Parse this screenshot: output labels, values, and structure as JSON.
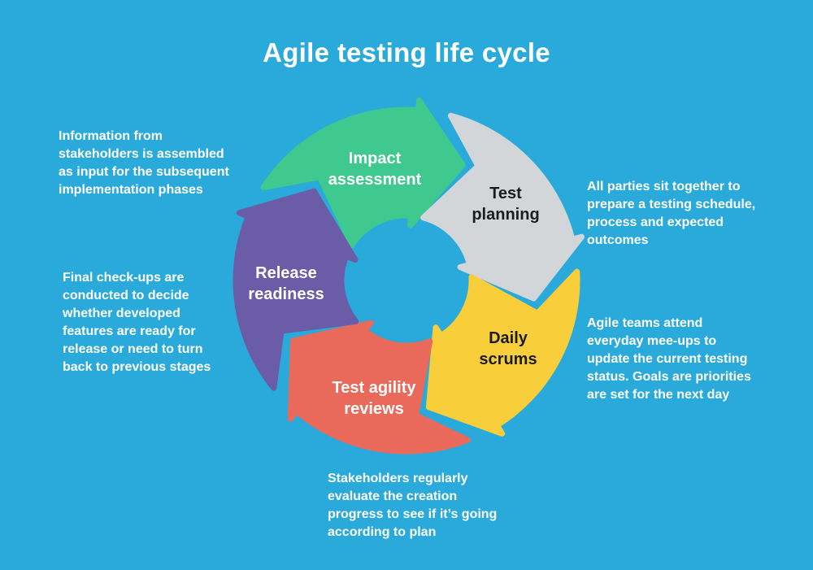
{
  "title": "Agile testing life cycle",
  "colors": {
    "background": "#29aadb",
    "title_text": "#ffffff",
    "annotation_text": "#ffffff"
  },
  "cycle": {
    "flow": "clockwise",
    "segments": [
      {
        "id": "impact-assessment",
        "label_lines": [
          "Impact",
          "assessment"
        ],
        "color": "#3fc98e",
        "text_color": "#ffffff"
      },
      {
        "id": "test-planning",
        "label_lines": [
          "Test",
          "planning"
        ],
        "color": "#d3d6d9",
        "text_color": "#1b1b1b"
      },
      {
        "id": "daily-scrums",
        "label_lines": [
          "Daily",
          "scrums"
        ],
        "color": "#f8ce3a",
        "text_color": "#1b1b1b"
      },
      {
        "id": "test-agility-reviews",
        "label_lines": [
          "Test agility",
          "reviews"
        ],
        "color": "#e9695a",
        "text_color": "#ffffff"
      },
      {
        "id": "release-readiness",
        "label_lines": [
          "Release",
          "readiness"
        ],
        "color": "#6a5ca7",
        "text_color": "#ffffff"
      }
    ]
  },
  "annotations": [
    {
      "id": "impact-assessment-note",
      "lines": [
        "Information from",
        "stakeholders is assembled",
        "as input for the subsequent",
        "implementation phases"
      ]
    },
    {
      "id": "release-readiness-note",
      "lines": [
        "Final check-ups are",
        "conducted to decide",
        "whether developed",
        "features are ready for",
        "release or need to turn",
        "back to previous stages"
      ]
    },
    {
      "id": "test-planning-note",
      "lines": [
        "All parties sit together to",
        "prepare a testing schedule,",
        "process and expected",
        "outcomes"
      ]
    },
    {
      "id": "daily-scrums-note",
      "lines": [
        "Agile teams attend",
        "everyday mee-ups to",
        "update the current testing",
        "status. Goals are priorities",
        "are set for the next day"
      ]
    },
    {
      "id": "test-agility-reviews-note",
      "lines": [
        "Stakeholders regularly",
        "evaluate the creation",
        "progress to see if it’s going",
        "according to plan"
      ]
    }
  ]
}
